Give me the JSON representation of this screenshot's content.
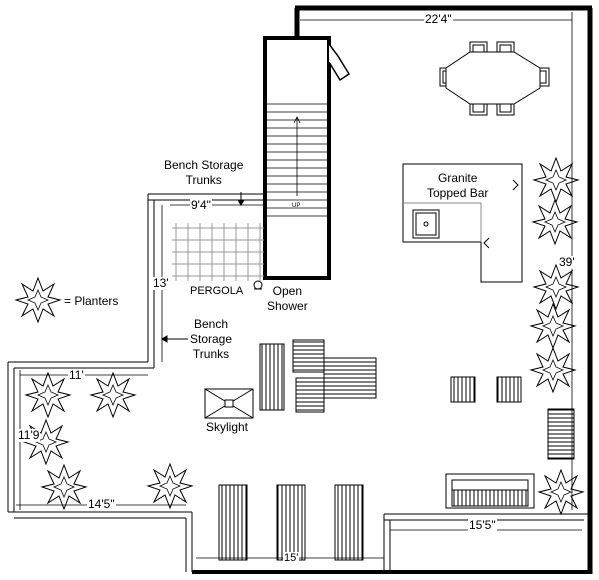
{
  "labels": {
    "bench_storage_top": [
      "Bench Storage",
      "Trunks"
    ],
    "bench_storage_bottom": [
      "Bench",
      "Storage",
      "Trunks"
    ],
    "pergola": "PERGOLA",
    "open_shower": [
      "Open",
      "Shower"
    ],
    "granite_bar": [
      "Granite",
      "Topped Bar"
    ],
    "planters_legend": "= Planters",
    "skylight": "Skylight",
    "stair_up": "UP"
  },
  "dimensions": {
    "top_width": "22'4\"",
    "right_height": "39'",
    "pergola_width": "9'4\"",
    "pergola_depth": "13'",
    "left_upper_width": "11'",
    "left_height": "11'9",
    "bottom_left_width": "14'5\"",
    "bottom_center_width": "15'",
    "bottom_right_width": "15'5\""
  }
}
